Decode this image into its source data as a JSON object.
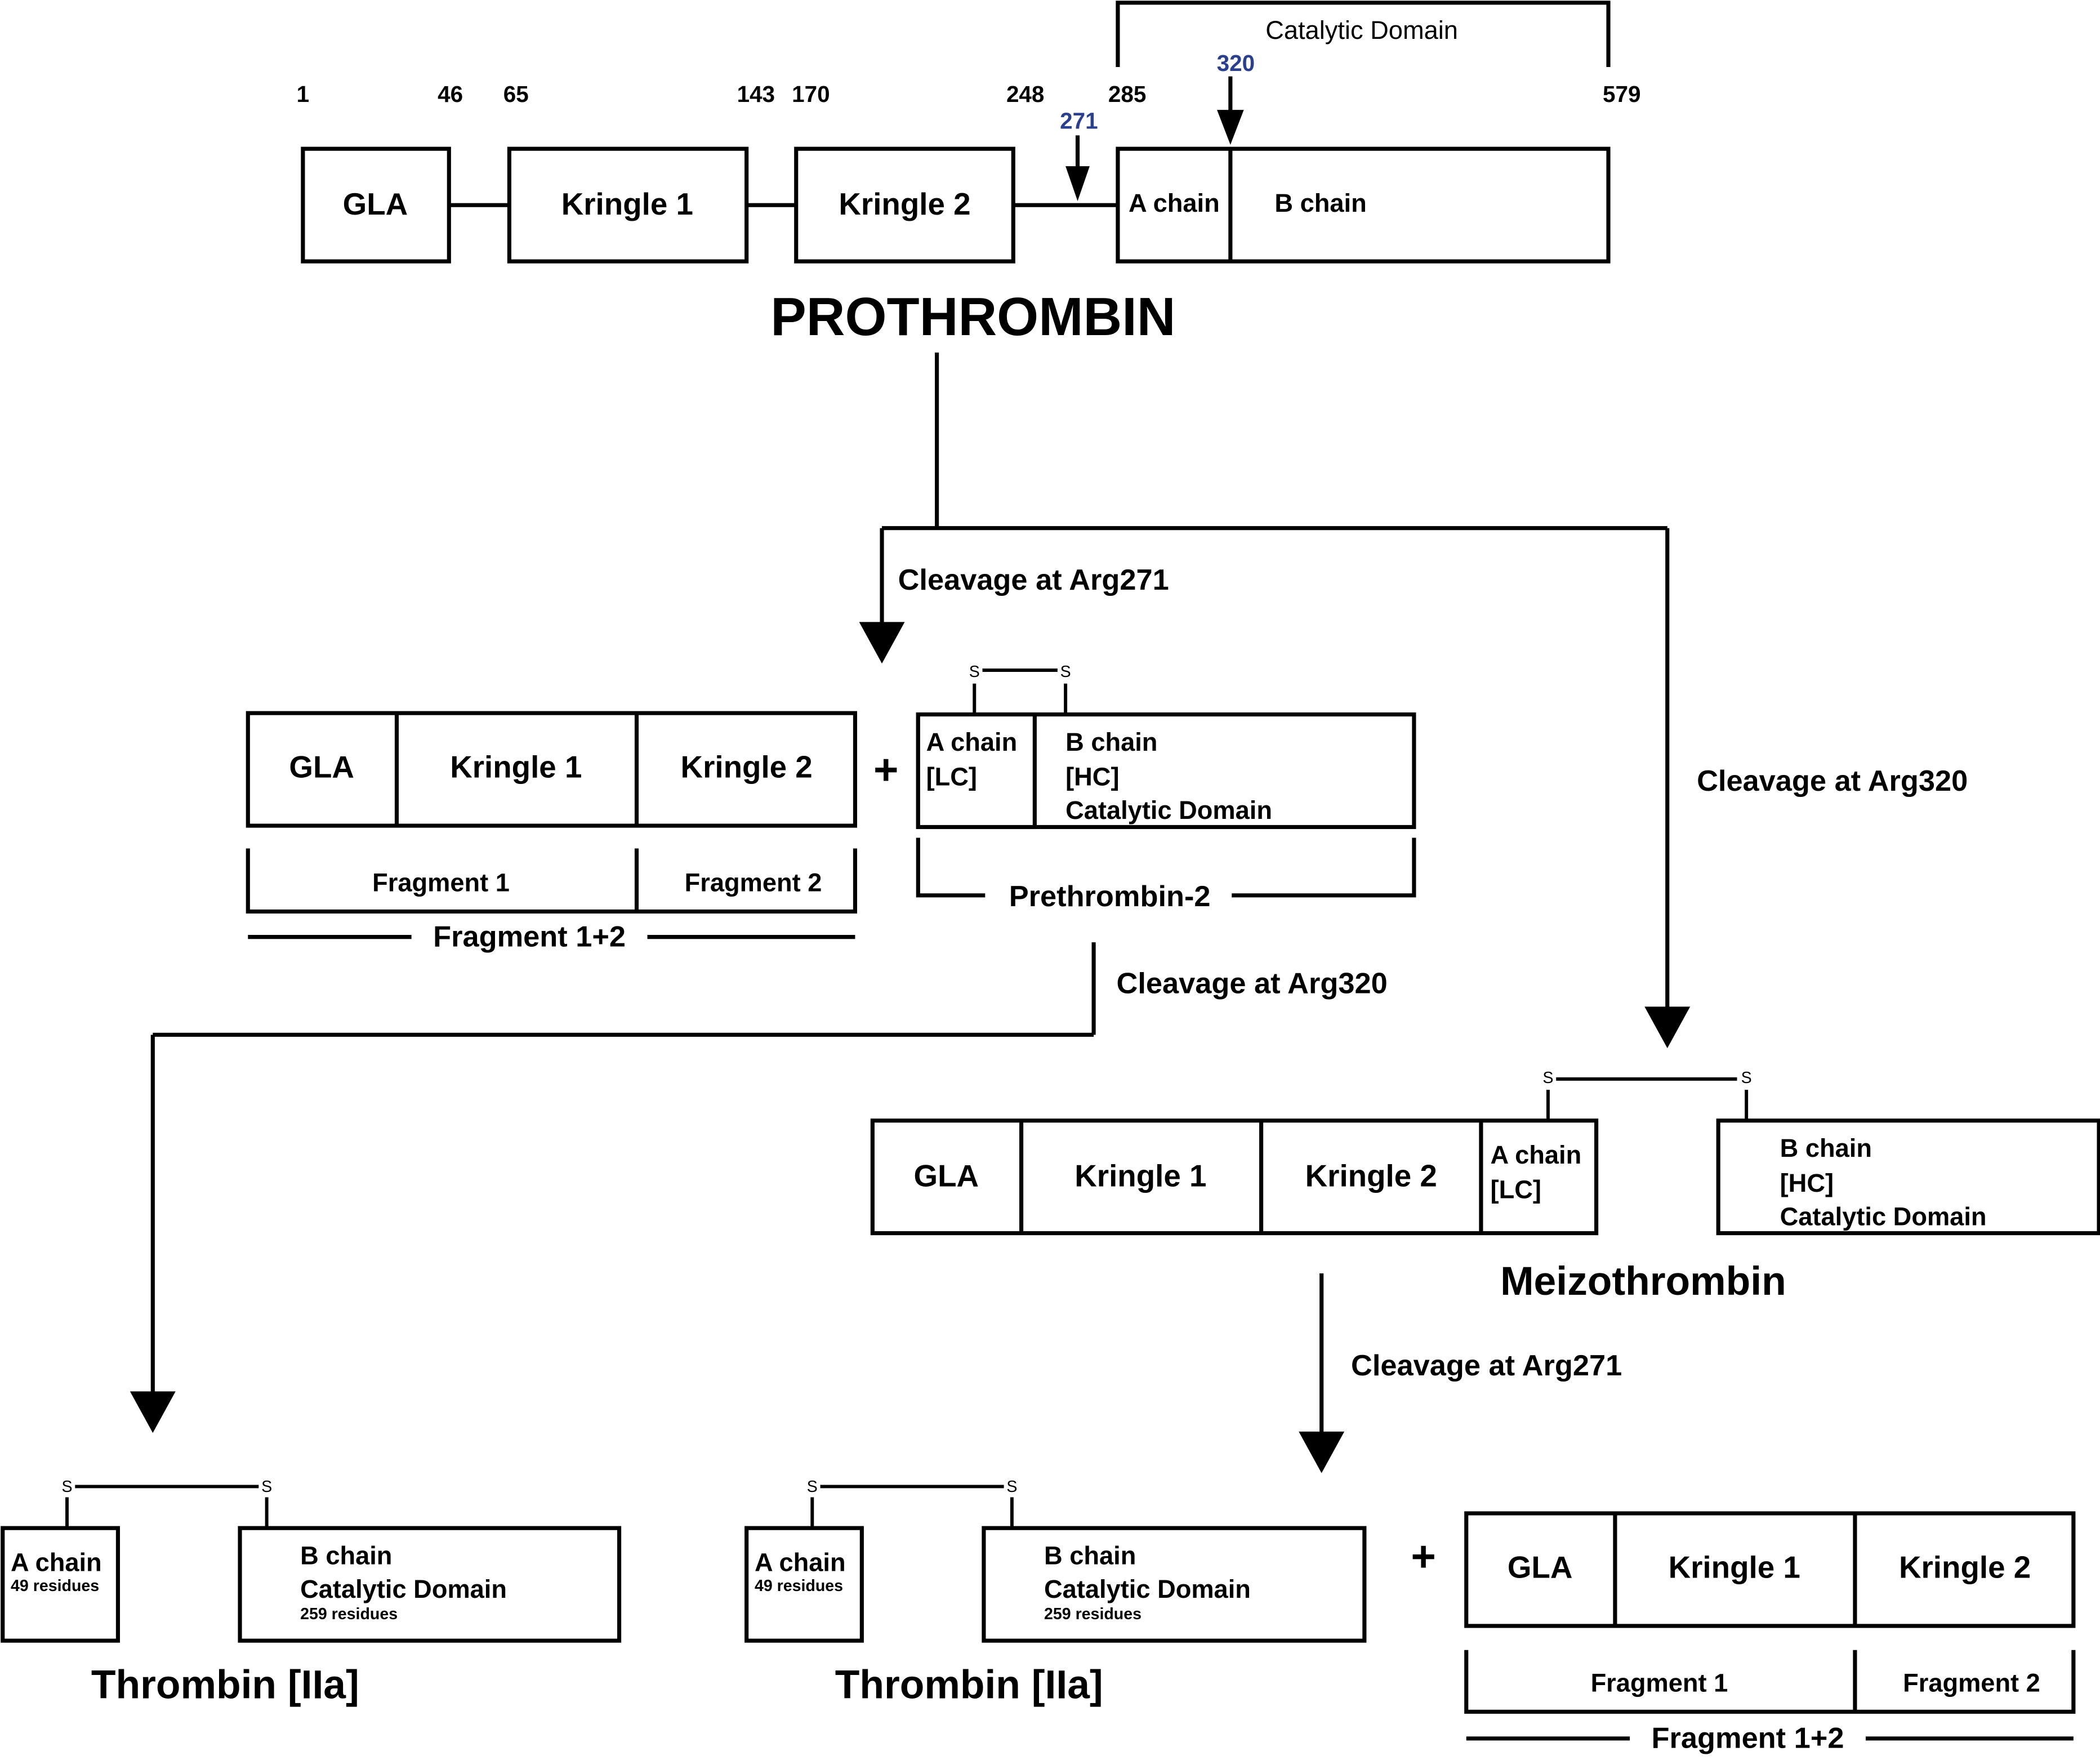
{
  "prothrombin": {
    "title": "PROTHROMBIN",
    "catalytic_domain": "Catalytic Domain",
    "residues": [
      "1",
      "46",
      "65",
      "143",
      "170",
      "248",
      "285",
      "579"
    ],
    "site_271": "271",
    "site_320": "320",
    "gla": "GLA",
    "kringle1": "Kringle 1",
    "kringle2": "Kringle 2",
    "a_chain": "A chain",
    "b_chain": "B chain"
  },
  "cleavage": {
    "arg271": "Cleavage at Arg271",
    "arg320": "Cleavage at Arg320"
  },
  "disulfide": "S",
  "plus": "+",
  "path_a": {
    "fragments": {
      "gla": "GLA",
      "kringle1": "Kringle 1",
      "kringle2": "Kringle 2",
      "fragment1": "Fragment 1",
      "fragment2": "Fragment 2",
      "fragment12": "Fragment 1+2"
    },
    "prethrombin2": {
      "a_chain": "A chain",
      "a_lc": "[LC]",
      "b_chain": "B chain",
      "b_hc": "[HC]",
      "b_cat": "Catalytic Domain",
      "name": "Prethrombin-2"
    }
  },
  "meizothrombin": {
    "gla": "GLA",
    "kringle1": "Kringle 1",
    "kringle2": "Kringle 2",
    "a_chain": "A chain",
    "a_lc": "[LC]",
    "b_chain": "B chain",
    "b_hc": "[HC]",
    "b_cat": "Catalytic Domain",
    "name": "Meizothrombin"
  },
  "thrombin": {
    "a_chain": "A chain",
    "a_residues": "49 residues",
    "b_chain": "B chain",
    "b_cat": "Catalytic Domain",
    "b_residues": "259 residues",
    "name": "Thrombin [IIa]"
  },
  "path_b_fragments": {
    "gla": "GLA",
    "kringle1": "Kringle 1",
    "kringle2": "Kringle 2",
    "fragment1": "Fragment 1",
    "fragment2": "Fragment 2",
    "fragment12": "Fragment 1+2"
  }
}
